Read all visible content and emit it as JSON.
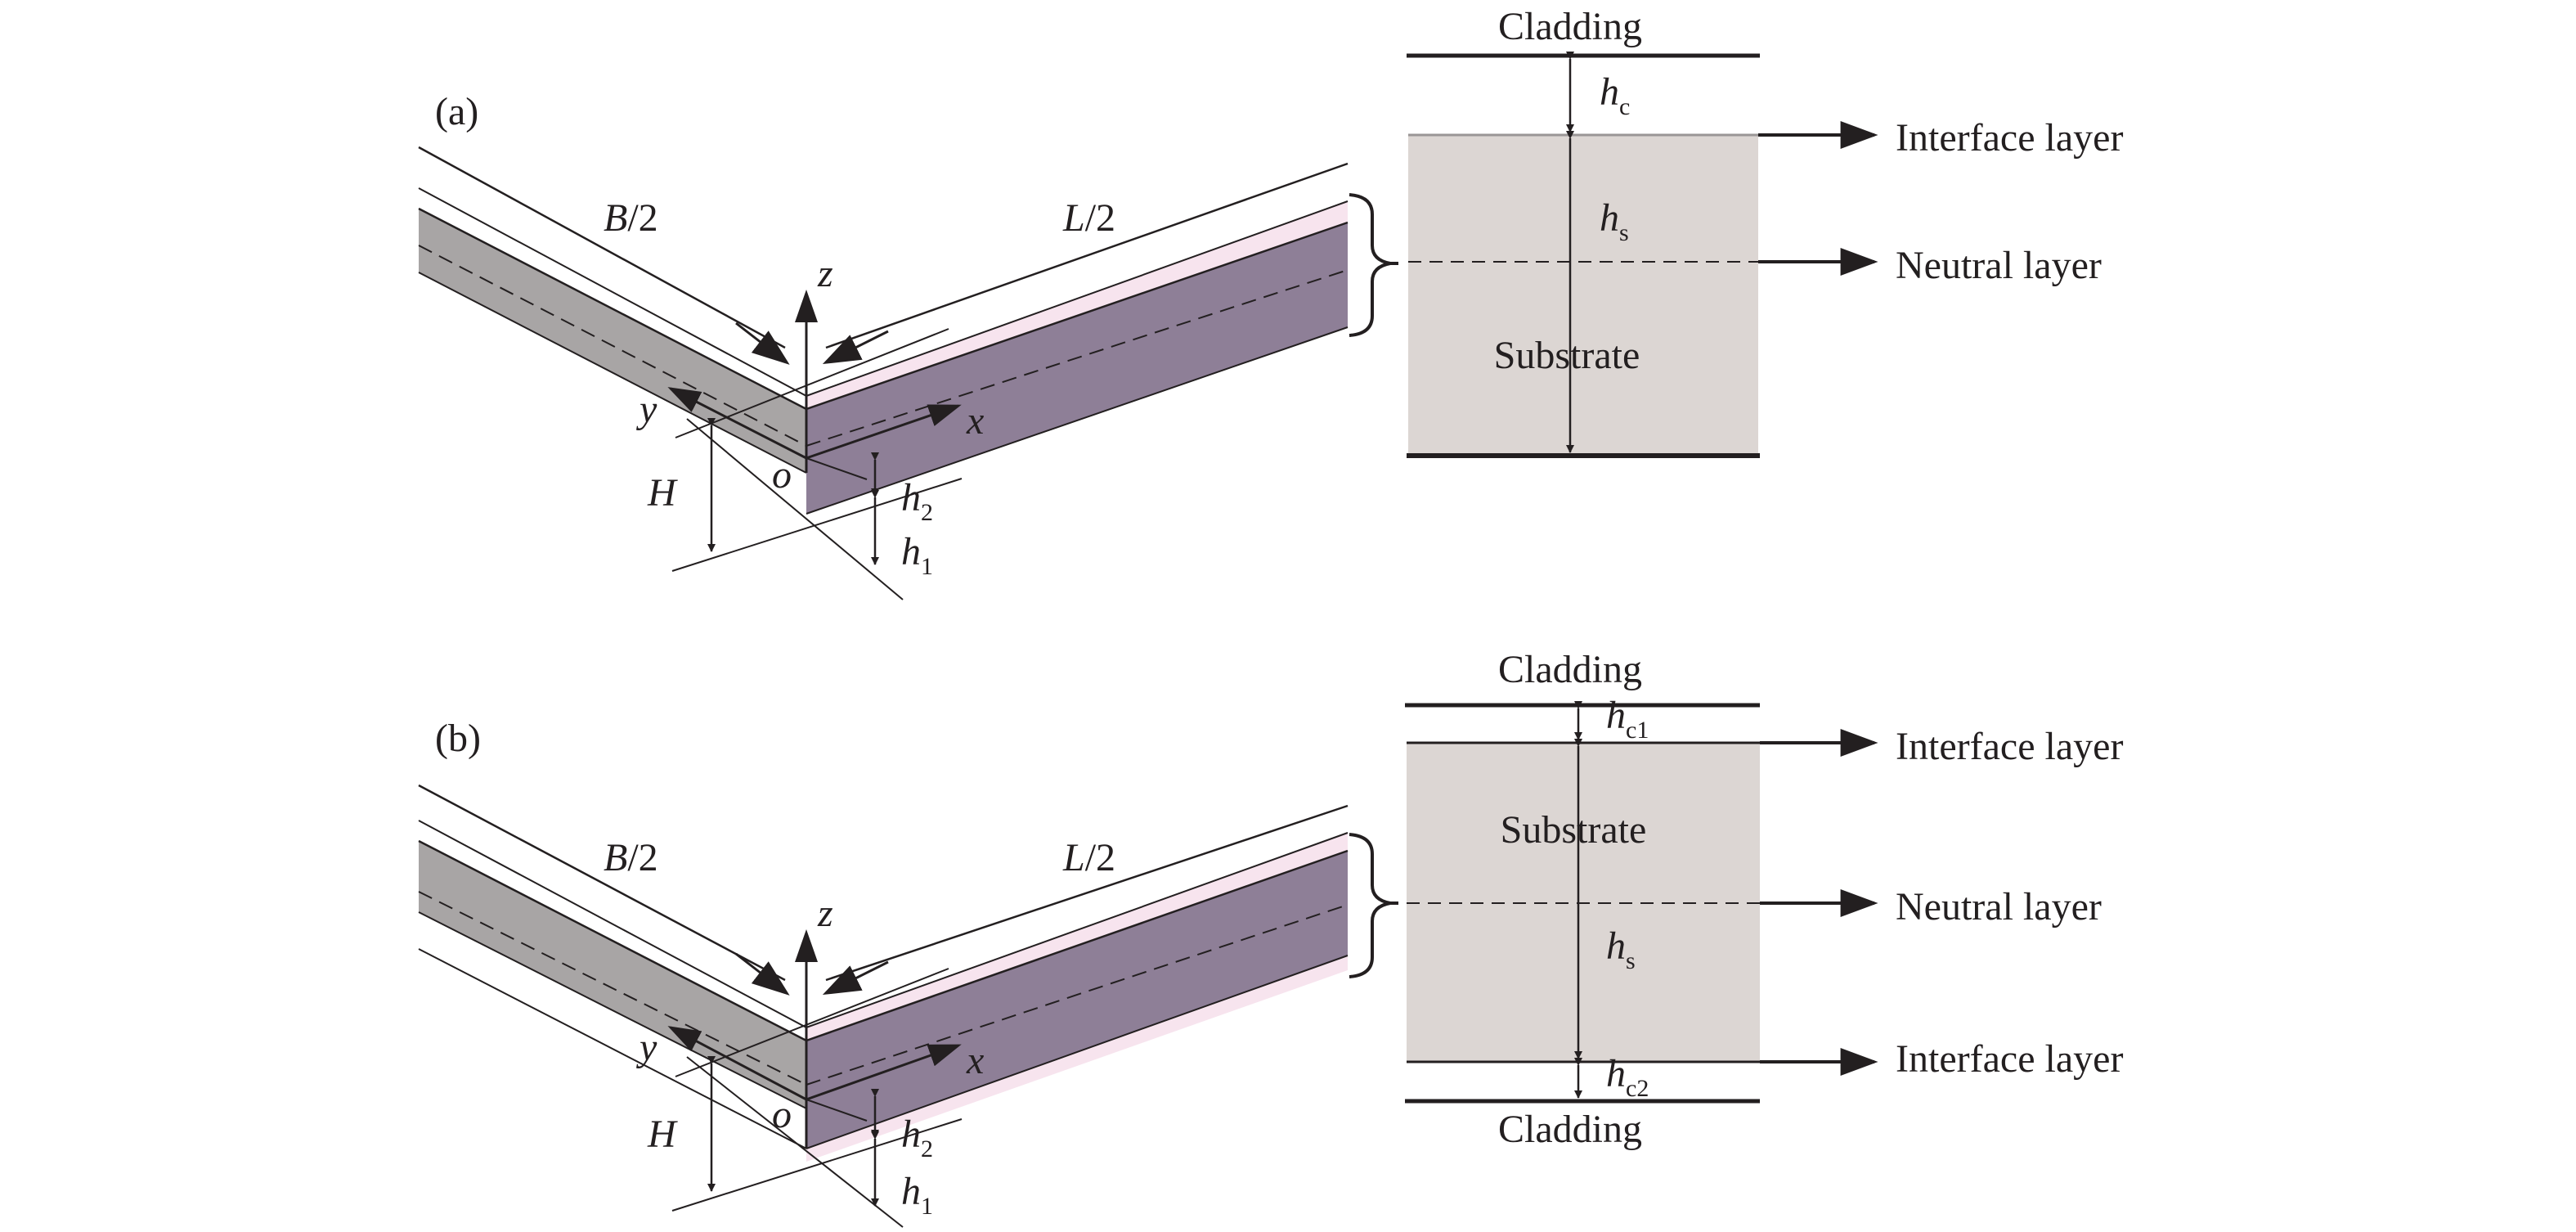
{
  "panel_a": {
    "tag": "(a)",
    "b_half": {
      "var": "B",
      "rest": "/2"
    },
    "l_half": {
      "var": "L",
      "rest": "/2"
    },
    "axis_z": "z",
    "axis_y": "y",
    "axis_x": "x",
    "origin": "o",
    "height_H": "H",
    "h2": {
      "var": "h",
      "sub": "2"
    },
    "h1": {
      "var": "h",
      "sub": "1"
    },
    "cladding_top": "Cladding",
    "hc": {
      "var": "h",
      "sub": "c"
    },
    "hs": {
      "var": "h",
      "sub": "s"
    },
    "substrate": "Substrate",
    "interface_layer": "Interface layer",
    "neutral_layer": "Neutral layer"
  },
  "panel_b": {
    "tag": "(b)",
    "b_half": {
      "var": "B",
      "rest": "/2"
    },
    "l_half": {
      "var": "L",
      "rest": "/2"
    },
    "axis_z": "z",
    "axis_y": "y",
    "axis_x": "x",
    "origin": "o",
    "height_H": "H",
    "h2": {
      "var": "h",
      "sub": "2"
    },
    "h1": {
      "var": "h",
      "sub": "1"
    },
    "cladding_top": "Cladding",
    "hc1": {
      "var": "h",
      "sub": "c1"
    },
    "substrate": "Substrate",
    "hs": {
      "var": "h",
      "sub": "s"
    },
    "hc2": {
      "var": "h",
      "sub": "c2"
    },
    "cladding_bottom": "Cladding",
    "interface_layer_top": "Interface layer",
    "neutral_layer": "Neutral layer",
    "interface_layer_bottom": "Interface layer"
  },
  "colors": {
    "grey_face": "#a8a5a5",
    "purple_face": "#8e7f97",
    "pink_cladding": "#f7e4ee",
    "substrate_fill": "#dcd6d3",
    "ink": "#231f20"
  }
}
